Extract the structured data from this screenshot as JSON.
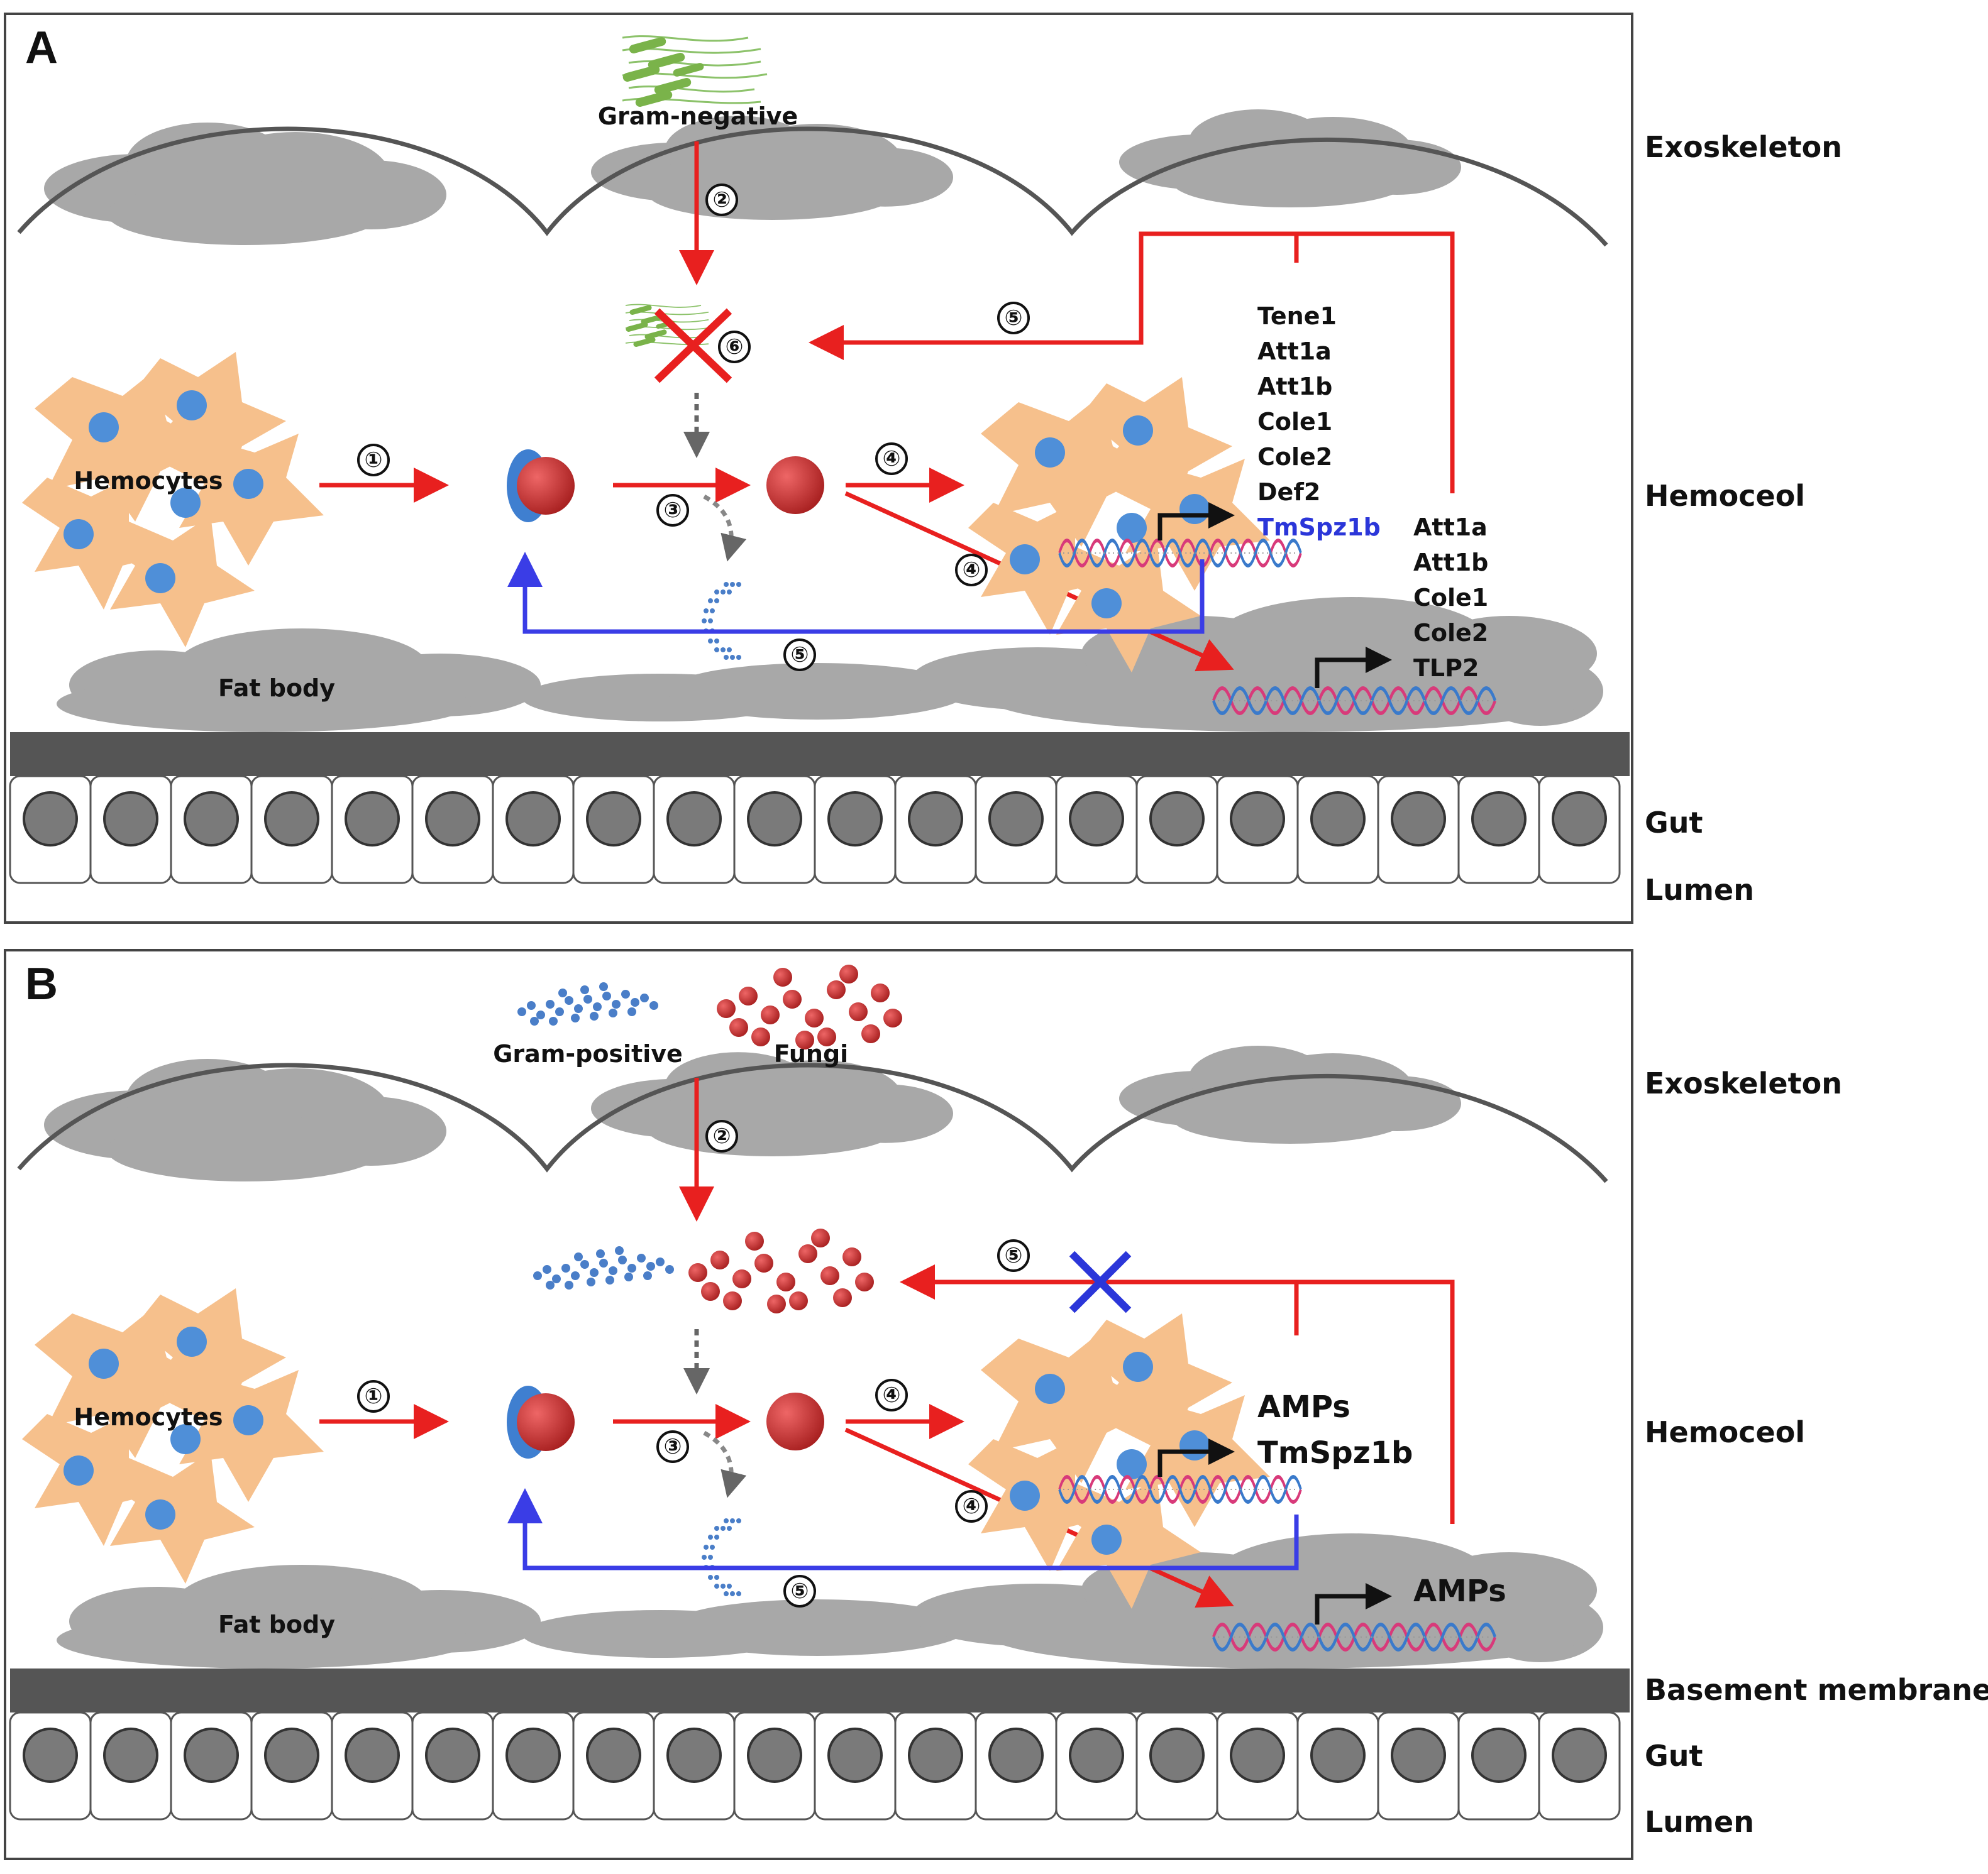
{
  "panel_a": {
    "letter": "A",
    "microbe": "Gram-negative",
    "hemocytes": "Hemocytes",
    "fat_body": "Fat body",
    "genes_hemocyte": [
      "Tene1",
      "Att1a",
      "Att1b",
      "Cole1",
      "Cole2",
      "Def2"
    ],
    "gene_blue": "TmSpz1b",
    "genes_fatbody": [
      "Att1a",
      "Att1b",
      "Cole1",
      "Cole2",
      "TLP2"
    ],
    "steps": [
      "①",
      "②",
      "③",
      "④",
      "⑤",
      "⑥"
    ],
    "side": [
      "Exoskeleton",
      "Hemoceol",
      "Gut",
      "Lumen"
    ]
  },
  "panel_b": {
    "letter": "B",
    "microbe_1": "Gram-positive",
    "microbe_2": "Fungi",
    "hemocytes": "Hemocytes",
    "fat_body": "Fat body",
    "amps_hemocyte": "AMPs",
    "tmspz": "TmSpz1b",
    "amps_fatbody": "AMPs",
    "steps": [
      "①",
      "②",
      "③",
      "④",
      "⑤"
    ],
    "side": [
      "Exoskeleton",
      "Hemoceol",
      "Basement membrane",
      "Gut",
      "Lumen"
    ]
  },
  "colors": {
    "red": "#e8201f",
    "blue": "#3a3de6",
    "cloud": "#a8a8a8",
    "hemocyte": "#f6c08c",
    "nucleus": "#4f8fd8",
    "membrane": "#555555",
    "gut_nucleus": "#7a7a7a"
  }
}
